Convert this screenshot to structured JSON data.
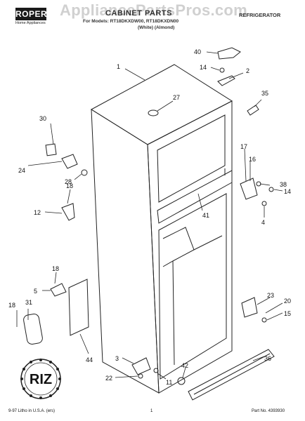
{
  "header": {
    "brand": "ROPER",
    "brand_tagline": "Home Appliances",
    "title": "CABINET PARTS",
    "subtitle": "For Models: RT18DKXDW00, RT18DKXDN00",
    "options": "(White)   (Almond)",
    "category": "REFRIGERATOR",
    "watermark": "AppliancePartsPros.com"
  },
  "footer": {
    "left": "9-97 Litho in U.S.A. (ers)",
    "page": "1",
    "part_no": "Part No. 4393930"
  },
  "badge": {
    "text": "RIZ"
  },
  "callouts": {
    "c1": "1",
    "c2": "2",
    "c3": "3",
    "c4": "4",
    "c5": "5",
    "c11": "11",
    "c12": "12",
    "c14a": "14",
    "c14b": "14",
    "c15": "15",
    "c16": "16",
    "c17": "17",
    "c18a": "18",
    "c18b": "18",
    "c18c": "18",
    "c20": "20",
    "c22": "22",
    "c23": "23",
    "c24": "24",
    "c27": "27",
    "c28": "28",
    "c30": "30",
    "c31": "31",
    "c35": "35",
    "c36": "36",
    "c38": "38",
    "c40": "40",
    "c41": "41",
    "c42": "42",
    "c44": "44"
  },
  "colors": {
    "line": "#222222",
    "background": "#ffffff"
  }
}
